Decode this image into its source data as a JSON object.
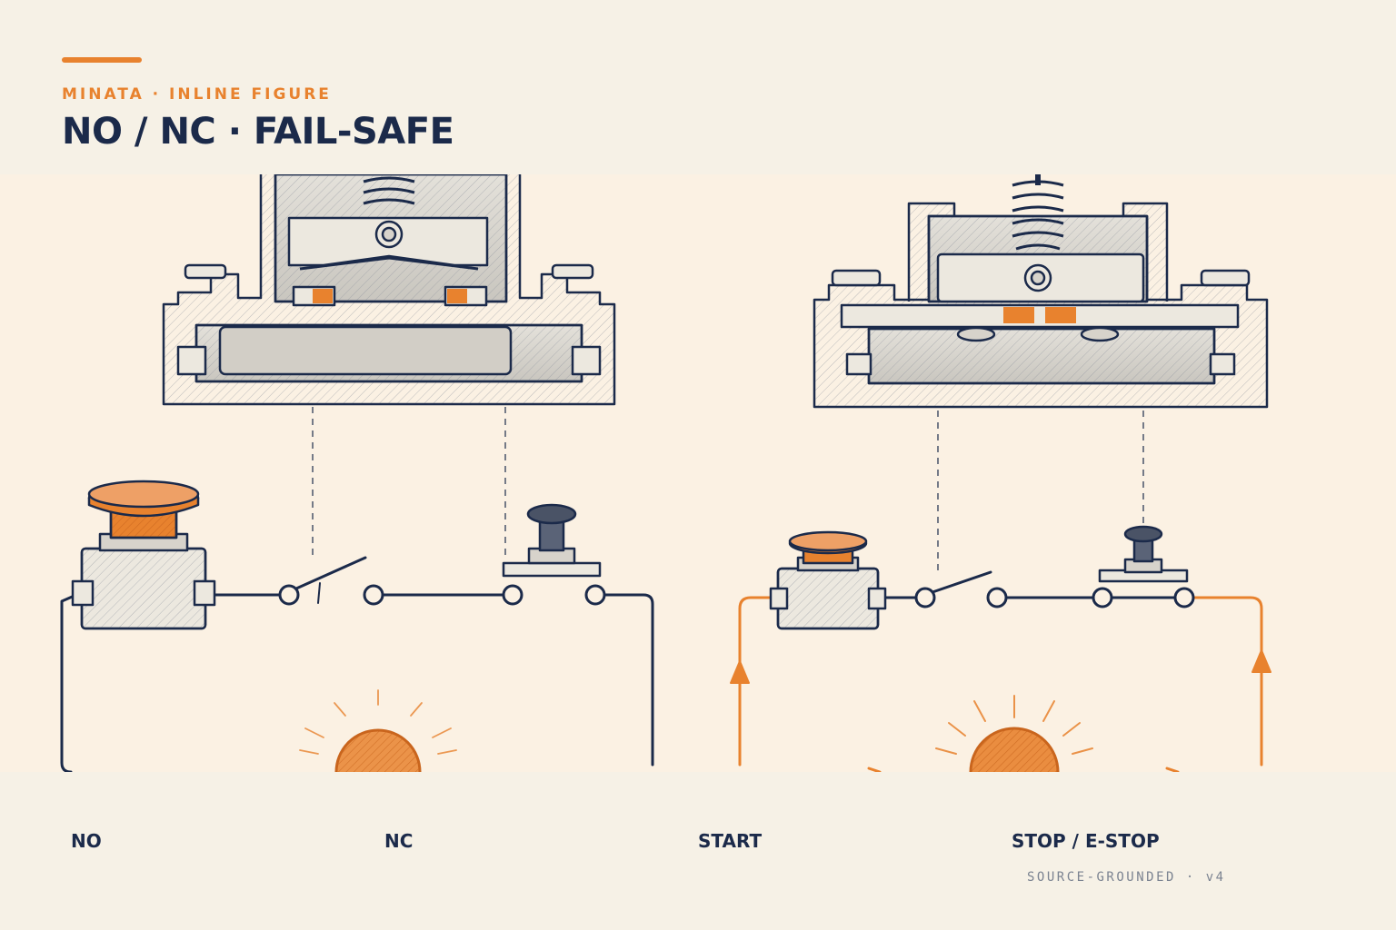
{
  "header": {
    "eyebrow": "MINATA · INLINE FIGURE",
    "title": "NO / NC · FAIL-SAFE"
  },
  "labels": {
    "no": "NO",
    "nc": "NC",
    "start": "START",
    "stop": "STOP / E-STOP"
  },
  "footer": "SOURCE-GROUNDED · v4",
  "colors": {
    "background": "#f6f1e6",
    "figure_background": "#fbf1e3",
    "ink": "#1b2a4a",
    "accent": "#e8822e"
  },
  "figure": {
    "left_circuit": "open",
    "right_circuit": "closed",
    "icons": [
      "switch-housing-icon",
      "mushroom-button-icon",
      "push-button-icon",
      "lamp-icon"
    ]
  }
}
